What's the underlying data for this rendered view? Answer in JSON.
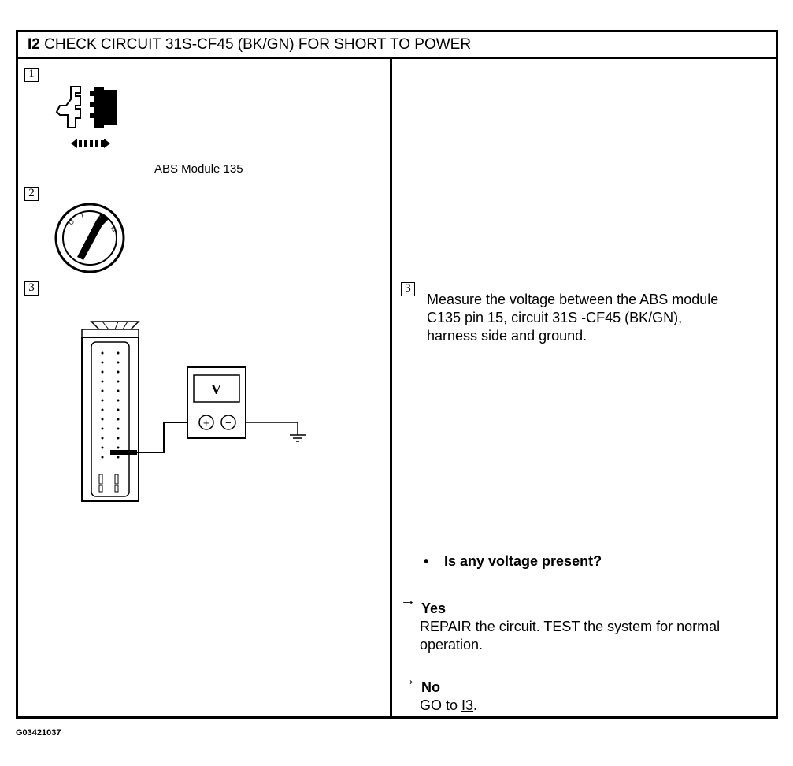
{
  "header": {
    "step_id": "I2",
    "title": "CHECK CIRCUIT 31S-CF45 (BK/GN) FOR SHORT TO POWER"
  },
  "steps": [
    {
      "number": "1",
      "caption": "ABS Module 135",
      "icon": "connector-disconnect-icon"
    },
    {
      "number": "2",
      "icon": "ignition-key-icon"
    },
    {
      "number": "3",
      "icon": "voltmeter-connector-diagram"
    }
  ],
  "meter": {
    "label": "V",
    "plus": "+",
    "minus": "−"
  },
  "instruction": {
    "number": "3",
    "line1": "Measure the voltage between the ABS module",
    "line2": "C135 pin 15, circuit 31S -CF45 (BK/GN),",
    "line3": "harness side and ground."
  },
  "question": "Is any voltage present?",
  "answers": {
    "yes": {
      "label": "Yes",
      "line1": "REPAIR the circuit. TEST the system for normal",
      "line2": "operation."
    },
    "no": {
      "label": "No",
      "prefix": "GO to ",
      "link": "I3",
      "suffix": "."
    }
  },
  "figure_id": "G03421037"
}
